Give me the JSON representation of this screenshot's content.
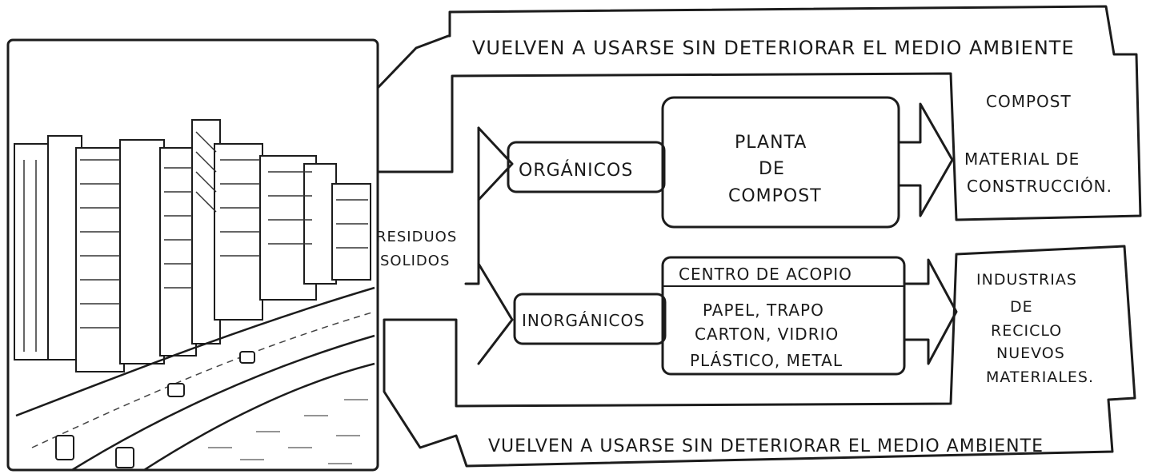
{
  "diagram": {
    "city_sketch": {
      "description_icon": "city-skyline-with-highway-icon"
    },
    "top_arrow_text": "VUELVEN A USARSE SIN DETERIORAR EL MEDIO AMBIENTE",
    "bottom_arrow_text": "VUELVEN A USARSE SIN DETERIORAR EL MEDIO AMBIENTE",
    "residuos": [
      "RESIDUOS",
      "SOLIDOS"
    ],
    "organicos": "ORGÁNICOS",
    "inorganicos": "INORGÁNICOS",
    "planta": [
      "PLANTA",
      "DE",
      "COMPOST"
    ],
    "centro": "CENTRO DE ACOPIO",
    "materiales": [
      "PAPEL, TRAPO",
      "CARTON, VIDRIO",
      "PLÁSTICO, METAL"
    ],
    "compost_box": [
      "COMPOST",
      "MATERIAL DE",
      "CONSTRUCCIÓN."
    ],
    "industrias_box": [
      "INDUSTRIAS",
      "DE",
      "RECICLO",
      "NUEVOS",
      "MATERIALES."
    ]
  }
}
